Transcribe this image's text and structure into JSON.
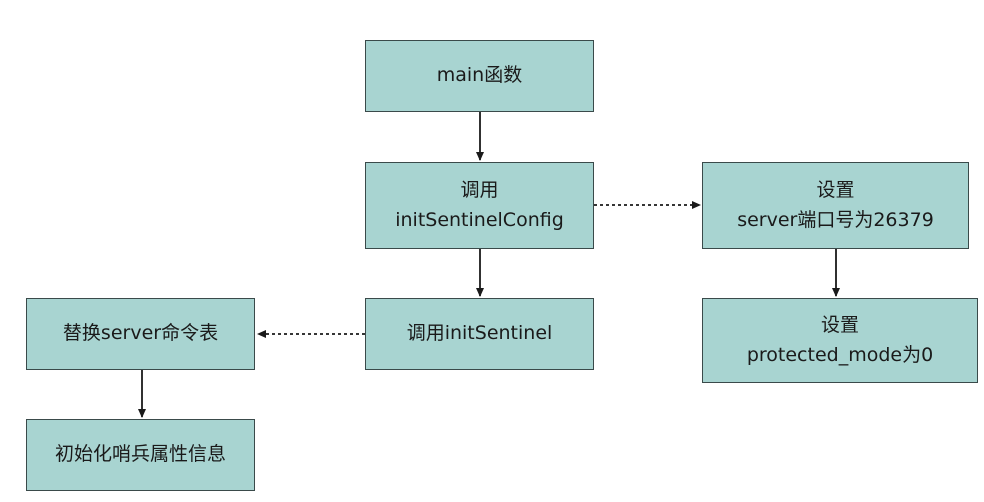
{
  "nodes": {
    "main_function": {
      "line1": "main函数"
    },
    "call_init_config": {
      "line1": "调用",
      "line2": "initSentinelConfig"
    },
    "set_port": {
      "line1": "设置",
      "line2": "server端口号为26379"
    },
    "call_init_sentinel": {
      "line1": "调用initSentinel"
    },
    "set_protected_mode": {
      "line1": "设置",
      "line2": "protected_mode为0"
    },
    "replace_command_table": {
      "line1": "替换server命令表"
    },
    "init_sentinel_attrs": {
      "line1": "初始化哨兵属性信息"
    }
  },
  "colors": {
    "box_fill": "#a8d4d1",
    "box_border": "#3a4a4a",
    "arrow": "#1a1a1a"
  }
}
